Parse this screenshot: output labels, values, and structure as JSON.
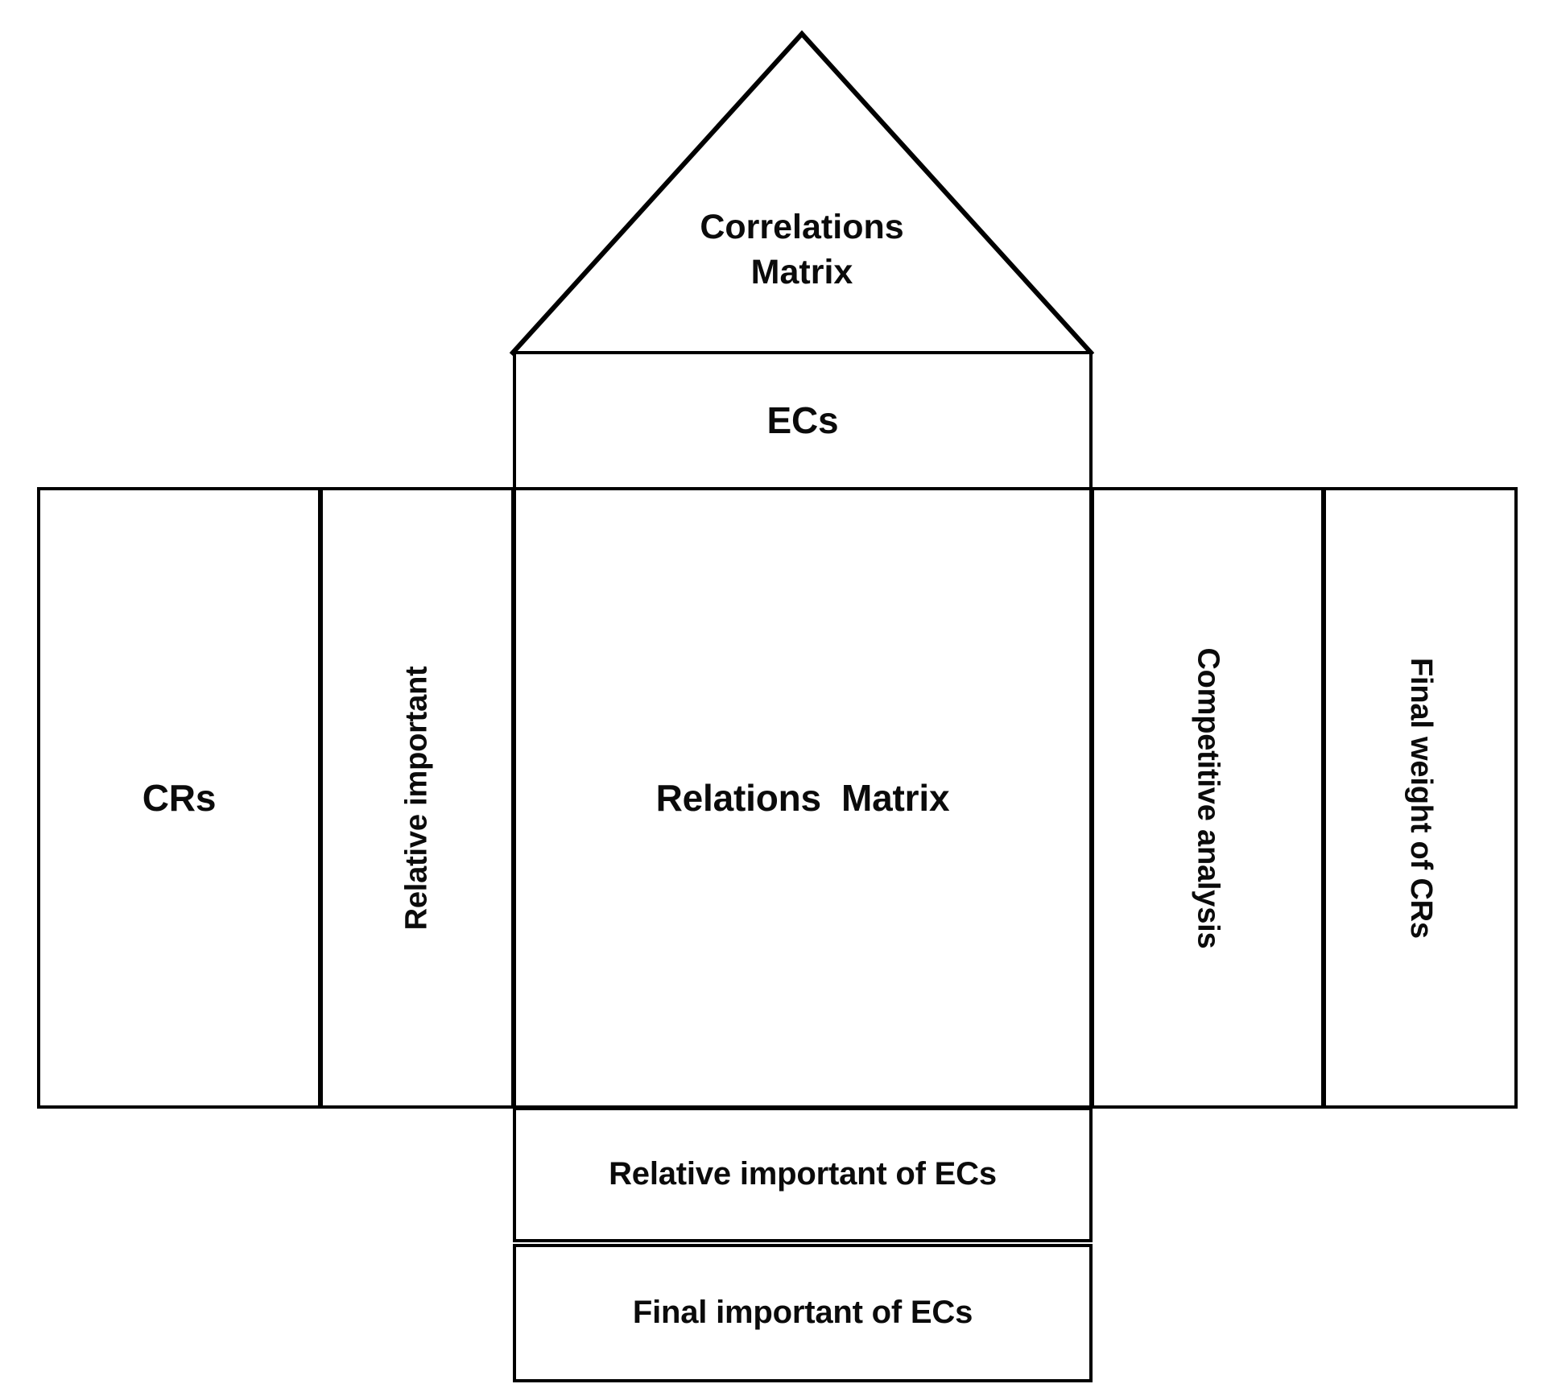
{
  "diagram": {
    "title": "House of Quality (QFD) matrix structure",
    "line_color": "#000000",
    "text_color": "#0b0b0b",
    "background": "#ffffff"
  },
  "roof": {
    "name": "correlations-matrix",
    "label_line1": "Correlations",
    "label_line2": "Matrix"
  },
  "ecs": {
    "name": "engineering-characteristics",
    "label": "ECs"
  },
  "left_columns": [
    {
      "name": "customer-requirements",
      "label": "CRs",
      "orientation": "horizontal"
    },
    {
      "name": "relative-important",
      "label": "Relative important",
      "orientation": "vertical-up"
    }
  ],
  "center": {
    "name": "relations-matrix",
    "label": "Relations  Matrix"
  },
  "right_columns": [
    {
      "name": "competitive-analysis",
      "label": "Competitive analysis",
      "orientation": "vertical-down"
    },
    {
      "name": "final-weight-of-crs",
      "label": "Final weight of CRs",
      "orientation": "vertical-down"
    }
  ],
  "bottom_rows": [
    {
      "name": "relative-important-of-ecs",
      "label": "Relative important of ECs"
    },
    {
      "name": "final-important-of-ecs",
      "label": "Final important of ECs"
    }
  ]
}
